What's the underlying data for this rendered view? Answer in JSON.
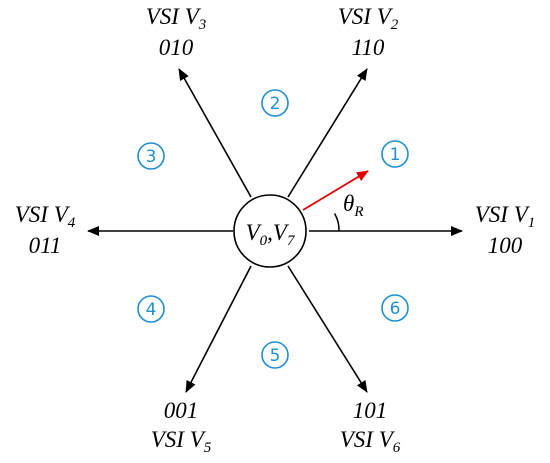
{
  "center_label": {
    "v0": "V",
    "v0_sub": "0",
    "sep": ",",
    "v7": "V",
    "v7_sub": "7"
  },
  "vectors": [
    {
      "id": "v1",
      "name": "VSI V",
      "sub": "1",
      "code": "100"
    },
    {
      "id": "v2",
      "name": "VSI V",
      "sub": "2",
      "code": "110"
    },
    {
      "id": "v3",
      "name": "VSI V",
      "sub": "3",
      "code": "010"
    },
    {
      "id": "v4",
      "name": "VSI V",
      "sub": "4",
      "code": "011"
    },
    {
      "id": "v5",
      "name": "VSI V",
      "sub": "5",
      "code": "001"
    },
    {
      "id": "v6",
      "name": "VSI V",
      "sub": "6",
      "code": "101"
    }
  ],
  "sectors": [
    "1",
    "2",
    "3",
    "4",
    "5",
    "6"
  ],
  "reference": {
    "symbol": "θ",
    "sub": "R",
    "color": "#e00000"
  },
  "colors": {
    "axis": "#000000",
    "sector": "#1f8fd0",
    "reference": "#e00000"
  }
}
